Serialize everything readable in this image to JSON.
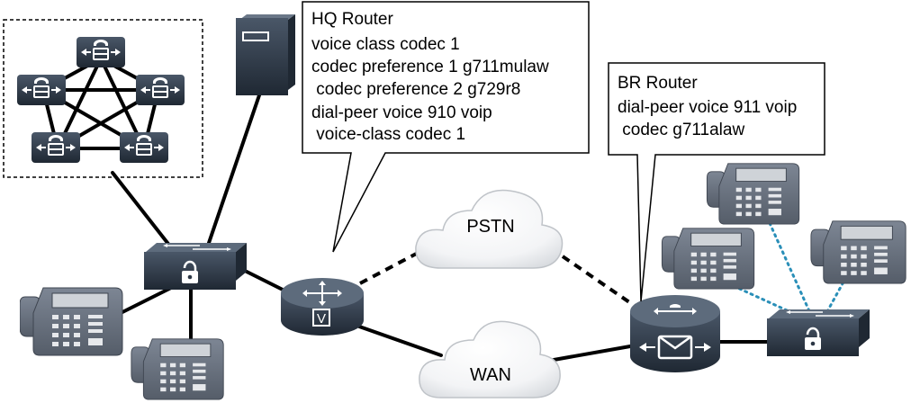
{
  "clouds": {
    "pstn": "PSTN",
    "wan": "WAN"
  },
  "hq_callout": {
    "title": "HQ Router",
    "lines": [
      "voice class codec 1",
      "codec preference 1 g711mulaw",
      " codec preference 2 g729r8",
      "dial-peer voice 910 voip",
      " voice-class codec 1"
    ]
  },
  "br_callout": {
    "title": "BR Router",
    "lines": [
      "dial-peer voice 911 voip",
      " codec g711alaw"
    ]
  },
  "hq_router_badge": "V",
  "colors": {
    "device_dark": "#2b3644",
    "device_light": "#5d6b7c",
    "phone_body": "#6b7482",
    "phone_screen": "#cfd3d8",
    "wireless_link": "#2a8fb8",
    "cloud_edge": "#bfc3c8"
  },
  "icons": {
    "cluster_node": "call-manager-icon",
    "server": "server-icon",
    "switch": "secure-switch-icon",
    "hq_router": "voice-router-icon",
    "br_router": "voice-gateway-router-icon",
    "phone": "ip-phone-icon"
  }
}
